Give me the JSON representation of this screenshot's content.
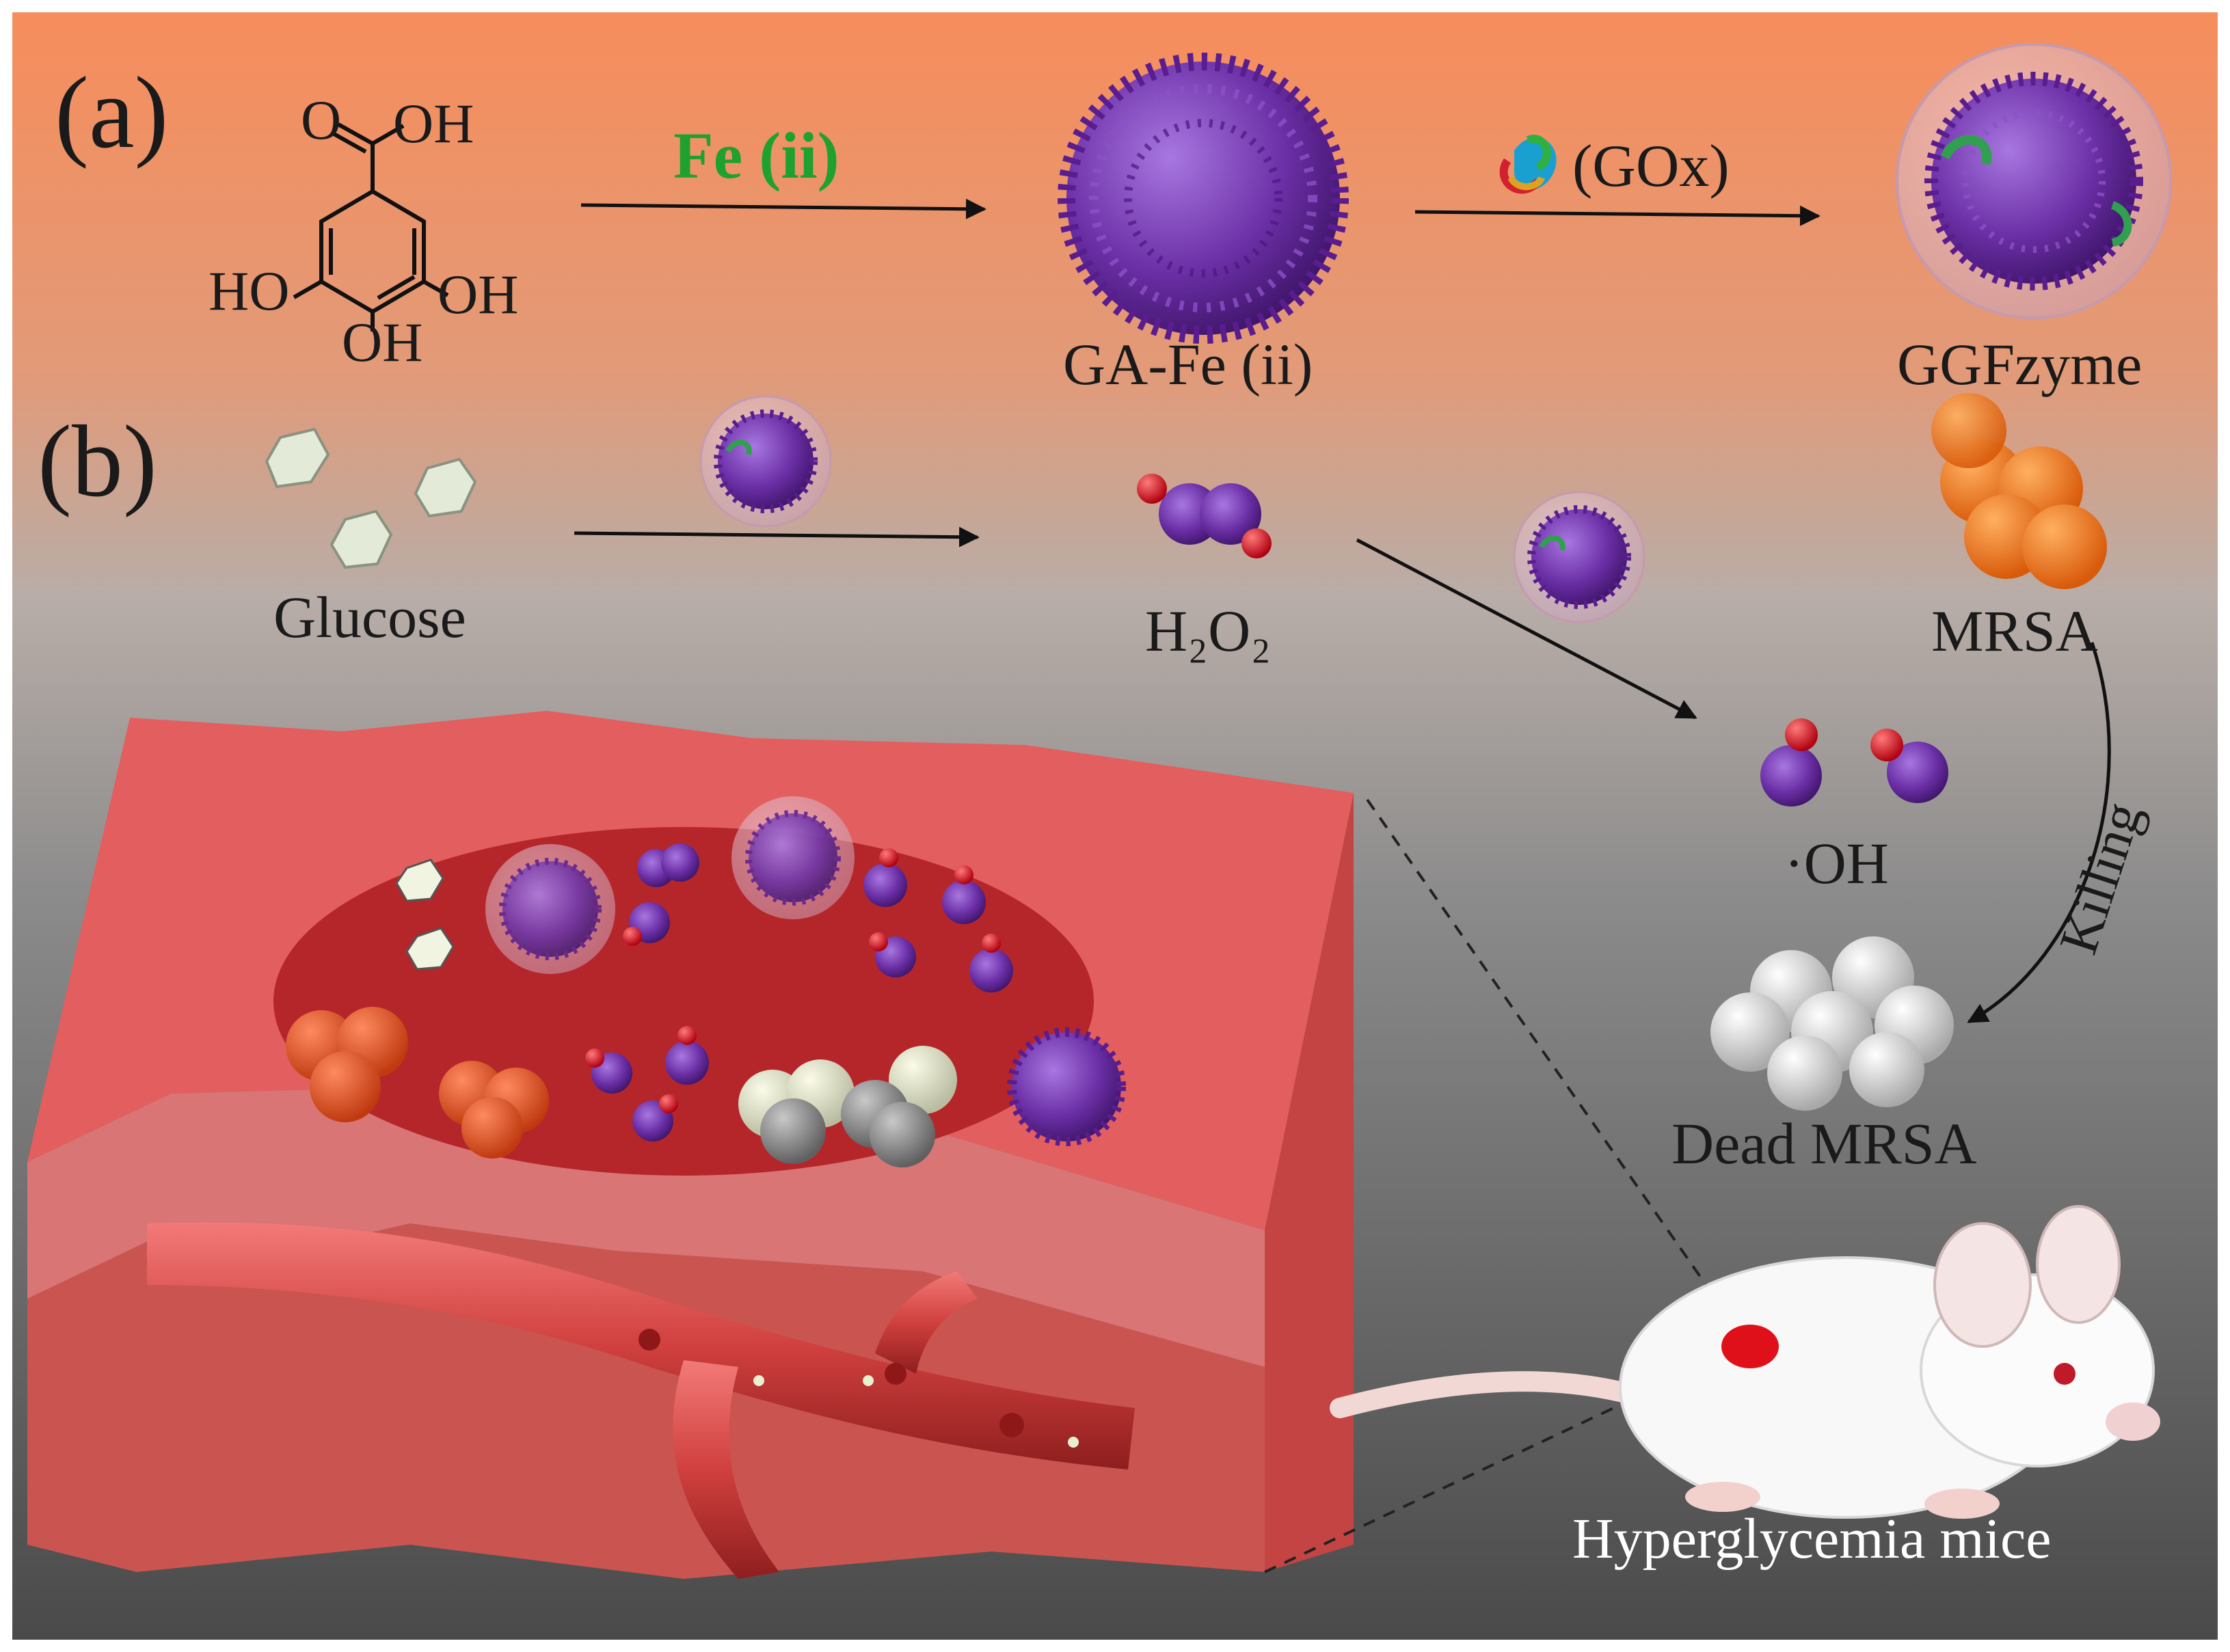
{
  "panels": {
    "a": "(a)",
    "b": "(b)"
  },
  "chemistry": {
    "oh_top": "OH",
    "o_left": "O",
    "ho_left": "HO",
    "oh_right": "OH",
    "oh_bottom": "OH"
  },
  "reagents": {
    "fe": "Fe (ii)",
    "gox": "(GOx)"
  },
  "labels": {
    "ga_fe": "GA-Fe (ii)",
    "ggfzyme": "GGFzyme",
    "glucose": "Glucose",
    "h2o2": "H₂O₂",
    "mrsa": "MRSA",
    "oh_radical": "·OH",
    "killing": "Killing",
    "dead_mrsa": "Dead MRSA",
    "mice": "Hyperglycemia mice"
  },
  "colors": {
    "background_top": "#f68d5c",
    "background_mid": "#b8ada8",
    "background_bottom": "#4a4a4a",
    "nanozyme": "#7a3fb0",
    "tissue": "#e85c5c",
    "wound": "#b5262a",
    "fe_label": "#1fa12f",
    "mrsa": "#f07a1e",
    "marker": "#e0101a"
  }
}
